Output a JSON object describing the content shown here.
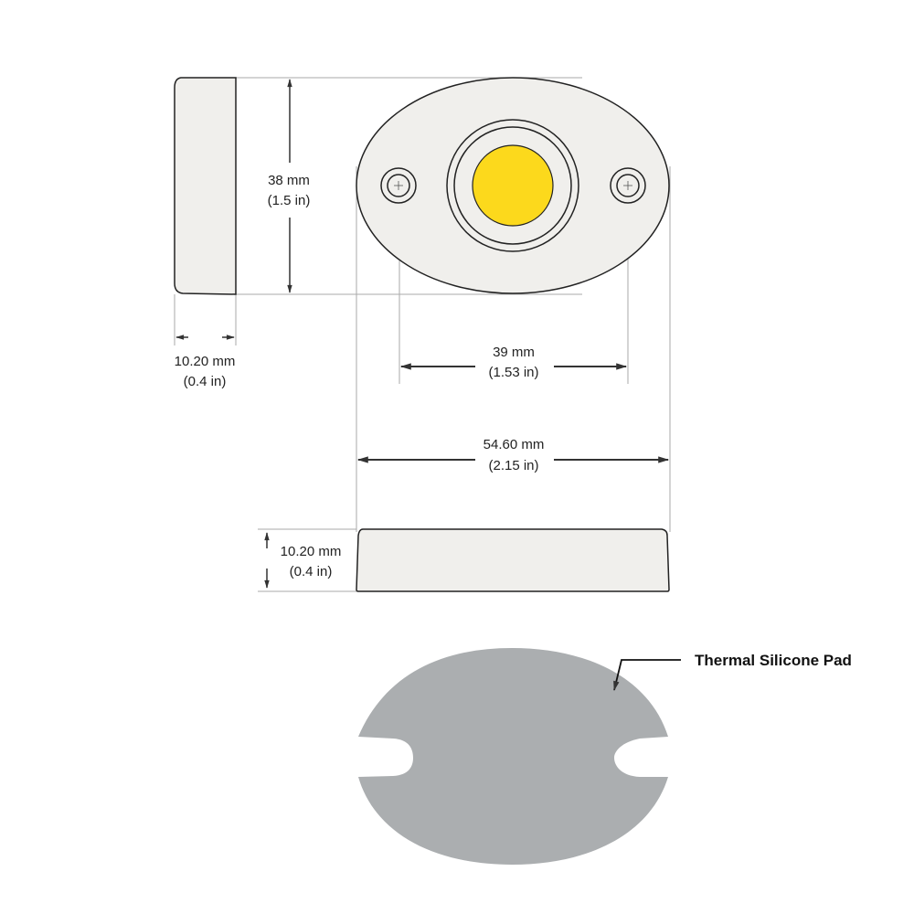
{
  "drawing": {
    "colors": {
      "body_fill": "#f0efec",
      "outline": "#222222",
      "dimension_line": "#aaaaaa",
      "led": "#fcd91c",
      "pad": "#abaeb0",
      "background": "#ffffff"
    },
    "side_view": {
      "width_label_mm": "10.20 mm",
      "width_label_in": "(0.4 in)"
    },
    "height_dimension": {
      "label_mm": "38 mm",
      "label_in": "(1.5 in)"
    },
    "hole_spacing": {
      "label_mm": "39 mm",
      "label_in": "(1.53 in)"
    },
    "overall_width": {
      "label_mm": "54.60 mm",
      "label_in": "(2.15 in)"
    },
    "front_side_view": {
      "height_label_mm": "10.20 mm",
      "height_label_in": "(0.4 in)"
    },
    "pad": {
      "label": "Thermal Silicone Pad"
    }
  }
}
